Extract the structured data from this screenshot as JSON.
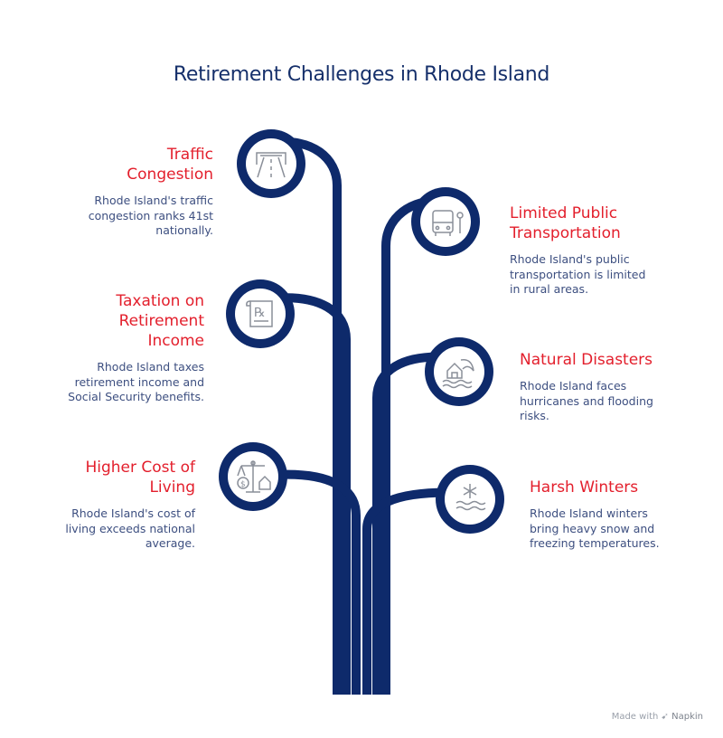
{
  "title": "Retirement Challenges in Rhode Island",
  "items": [
    {
      "icon": "road-tunnel-icon",
      "heading": "Traffic\nCongestion",
      "description": "Rhode Island's traffic\ncongestion ranks 41st\nnationally."
    },
    {
      "icon": "bus-icon",
      "heading": "Limited Public\nTransportation",
      "description": "Rhode Island's public\ntransportation is limited\nin rural areas."
    },
    {
      "icon": "tax-document-icon",
      "heading": "Taxation on\nRetirement\nIncome",
      "description": "Rhode Island taxes\nretirement income and\nSocial Security benefits."
    },
    {
      "icon": "house-wave-icon",
      "heading": "Natural Disasters",
      "description": "Rhode Island faces\nhurricanes and flooding\nrisks."
    },
    {
      "icon": "scale-money-home-icon",
      "heading": "Higher Cost of\nLiving",
      "description": "Rhode Island's cost of\nliving exceeds national\naverage."
    },
    {
      "icon": "snowflake-wind-icon",
      "heading": "Harsh Winters",
      "description": "Rhode Island winters\nbring heavy snow and\nfreezing temperatures."
    }
  ],
  "footer": {
    "prefix": "Made with",
    "brand": "Napkin"
  },
  "colors": {
    "navy": "#0e2a6b",
    "accent_red": "#e31f2c",
    "text_blue": "#3d4f80",
    "icon_gray": "#8a8f99"
  }
}
